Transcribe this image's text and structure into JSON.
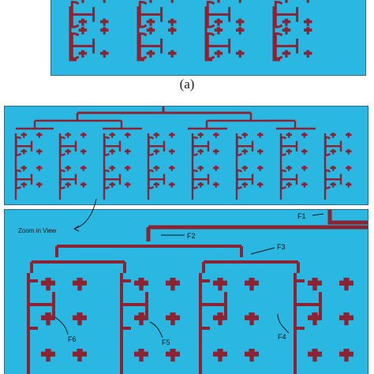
{
  "figure": {
    "caption_a": "(a)",
    "zoom_label": "Zoom in View",
    "feed_labels": [
      "F1",
      "F2",
      "F3",
      "F4",
      "F5",
      "F6"
    ]
  },
  "colors": {
    "substrate": "#2ab8e3",
    "trace": "#8b2332",
    "annotation": "#111111"
  }
}
